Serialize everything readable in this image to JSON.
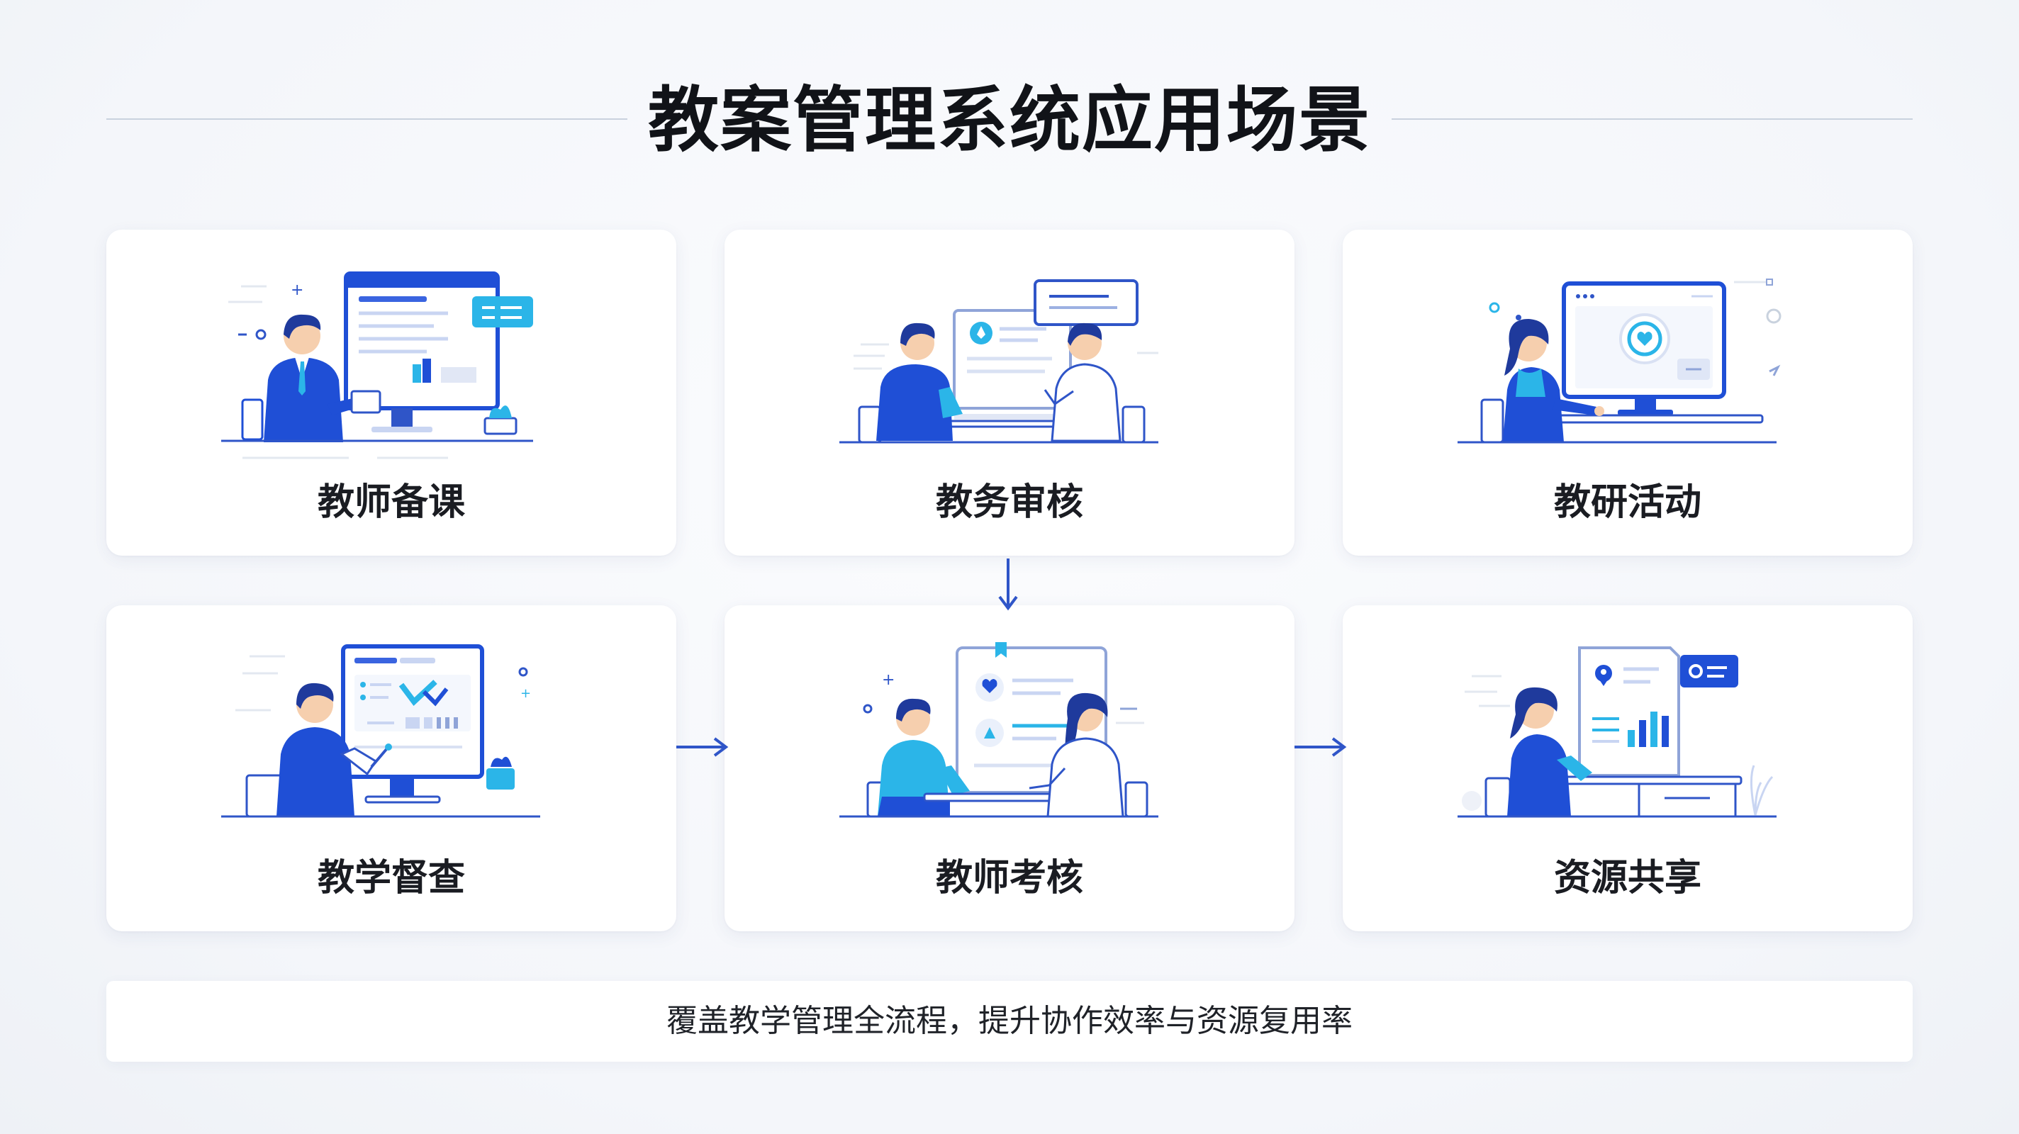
{
  "title": "教案管理系统应用场景",
  "cards": [
    {
      "label": "教师备课",
      "icon": "teacher-preparing-lesson-icon"
    },
    {
      "label": "教务审核",
      "icon": "academic-review-icon"
    },
    {
      "label": "教研活动",
      "icon": "teaching-research-icon"
    },
    {
      "label": "教学督查",
      "icon": "teaching-supervision-icon"
    },
    {
      "label": "教师考核",
      "icon": "teacher-assessment-icon"
    },
    {
      "label": "资源共享",
      "icon": "resource-sharing-icon"
    }
  ],
  "footer": {
    "text": "覆盖教学管理全流程，提升协作效率与资源复用率"
  },
  "colors": {
    "primary_blue": "#1f4fd6",
    "accent_cyan": "#2bb5e8",
    "line_blue": "#2f55c8",
    "title_text": "#111318"
  }
}
